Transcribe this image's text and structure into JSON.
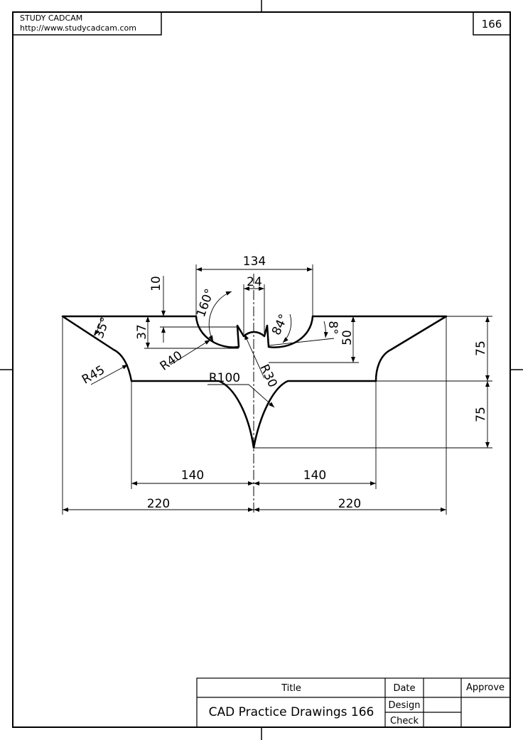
{
  "header": {
    "site_name": "STUDY CADCAM",
    "site_url": "http://www.studycadcam.com",
    "sheet_number": "166"
  },
  "dimensions": {
    "d134": "134",
    "d24": "24",
    "d10": "10",
    "a160": "160°",
    "a35": "35°",
    "d37": "37",
    "a84": "84°",
    "a8": "8°",
    "d50": "50",
    "d75_top": "75",
    "d75_bottom": "75",
    "r40": "R40",
    "r45": "R45",
    "r30": "R30",
    "r100": "R100",
    "d140_left": "140",
    "d140_right": "140",
    "d220_left": "220",
    "d220_right": "220"
  },
  "title_block": {
    "title_header": "Title",
    "title_value": "CAD Practice Drawings 166",
    "date_label": "Date",
    "design_label": "Design",
    "check_label": "Check",
    "approve_label": "Approve"
  }
}
